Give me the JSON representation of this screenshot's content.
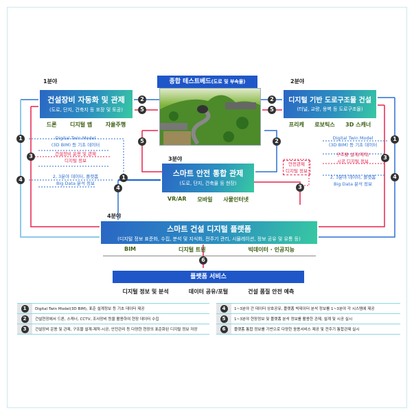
{
  "fields": [
    {
      "tag": "1분야",
      "title": "건설장비 자동화 및 관제",
      "subtitle": "(도로, 단지, 건축지 등 포장 및 토공)",
      "tools": [
        "드론",
        "디지털 맵",
        "자율주행"
      ]
    },
    {
      "tag": "2분야",
      "title": "디지털 기반 도로구조물 건설",
      "subtitle": "(터널, 교량, 옹벽 등 도로구조물)",
      "tools": [
        "프리캐",
        "로보틱스",
        "3D 스캐너"
      ]
    },
    {
      "tag": "3분야",
      "title": "스마트 안전 통합 관제",
      "subtitle": "(도로, 단지, 건축물 등 현장)",
      "tools": [
        "VR/AR",
        "모바일",
        "사물인터넷"
      ]
    },
    {
      "tag": "4분야",
      "title": "스마트 건설 디지털 플랫폼",
      "subtitle": "(디지털 정보 표준화, 수집, 분석 및 지식화, 전주기 관리, 시뮬레이션, 정보 공유 및 유통 등)",
      "tools": [
        "BIM",
        "디지털 트윈",
        "빅데이터 · 인공지능"
      ]
    }
  ],
  "testbed": {
    "title": "종합 테스트베드",
    "subtitle": "(도로 및 부속물)"
  },
  "left_info": [
    "Digital Twin Model",
    "(3D BIM) 등 기초 데이터",
    "건설장비 운용 및 관제",
    "디지털 정보",
    "2, 3분야 데이터, 플랫폼",
    "Big Data 분석 정보"
  ],
  "right_info": [
    "Digital Twin Model",
    "(3D BIM) 등 기초 데이터",
    "구조물 설계/제작/",
    "시공 디지털 정보",
    "2, 3분야 데이터, 플랫폼",
    "Big Data 분석 정보"
  ],
  "safety_info": [
    "안전관제",
    "디지털 정보"
  ],
  "platform_service": {
    "title": "플랫폼 서비스",
    "items": [
      "디지털 정보 및 분석",
      "데이터 공유/포털",
      "건설 품질 안전 예측"
    ]
  },
  "legend": [
    {
      "n": "1",
      "text": "Digital Twin Model(3D BIM), 표준 설계정보 등 기초 데이터 제공"
    },
    {
      "n": "2",
      "text": "건설현장에서 드론, 스캐너, CCTV, 조사장비 등을 활용하여 현장 데이터 수집"
    },
    {
      "n": "3",
      "text": "건설장비 운용 및 관제, 구조물 설계-제작-시공, 안전관리 등 다양한 현장의 표준화된 디지털 정보 저장"
    },
    {
      "n": "4",
      "text": "1~3분야 간 데이터 상호공유, 플랫폼 빅데이터 분석 정보를 1~3분야 각 시스템에 제공"
    },
    {
      "n": "5",
      "text": "1~3분야 현장정보 및 플랫폼 분석 정보를 활용한 관제, 설계 및 시공 실시"
    },
    {
      "n": "6",
      "text": "플랫폼 통합 정보를 기반으로 다양한 응용서비스 제공 및 전주기 통합관제 실시"
    }
  ],
  "colors": {
    "blue": "#2b6fd1",
    "red": "#e5234f",
    "bar": "#1f57c9"
  }
}
